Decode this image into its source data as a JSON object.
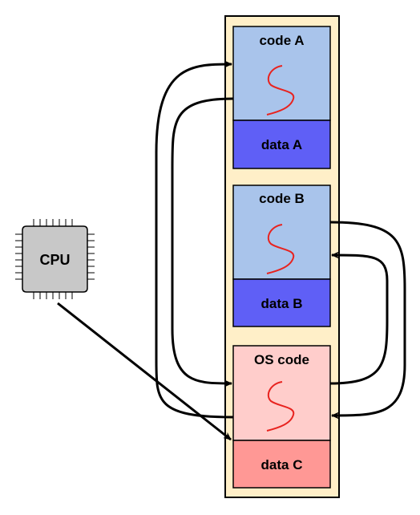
{
  "cpu": {
    "label": "CPU"
  },
  "memory": {
    "blocks": {
      "code_a": "code A",
      "data_a": "data A",
      "code_b": "code B",
      "data_b": "data B",
      "os_code": "OS code",
      "data_c": "data C"
    }
  },
  "colors": {
    "memory_background": "#FFEFC8",
    "code_fill": "#A9C4EB",
    "data_fill": "#5F5FF6",
    "os_code_fill": "#FFCDCB",
    "os_data_fill": "#FF9895",
    "cpu_fill": "#C8C8C8",
    "thread_curve": "#E8231F",
    "arrow": "#000000"
  }
}
